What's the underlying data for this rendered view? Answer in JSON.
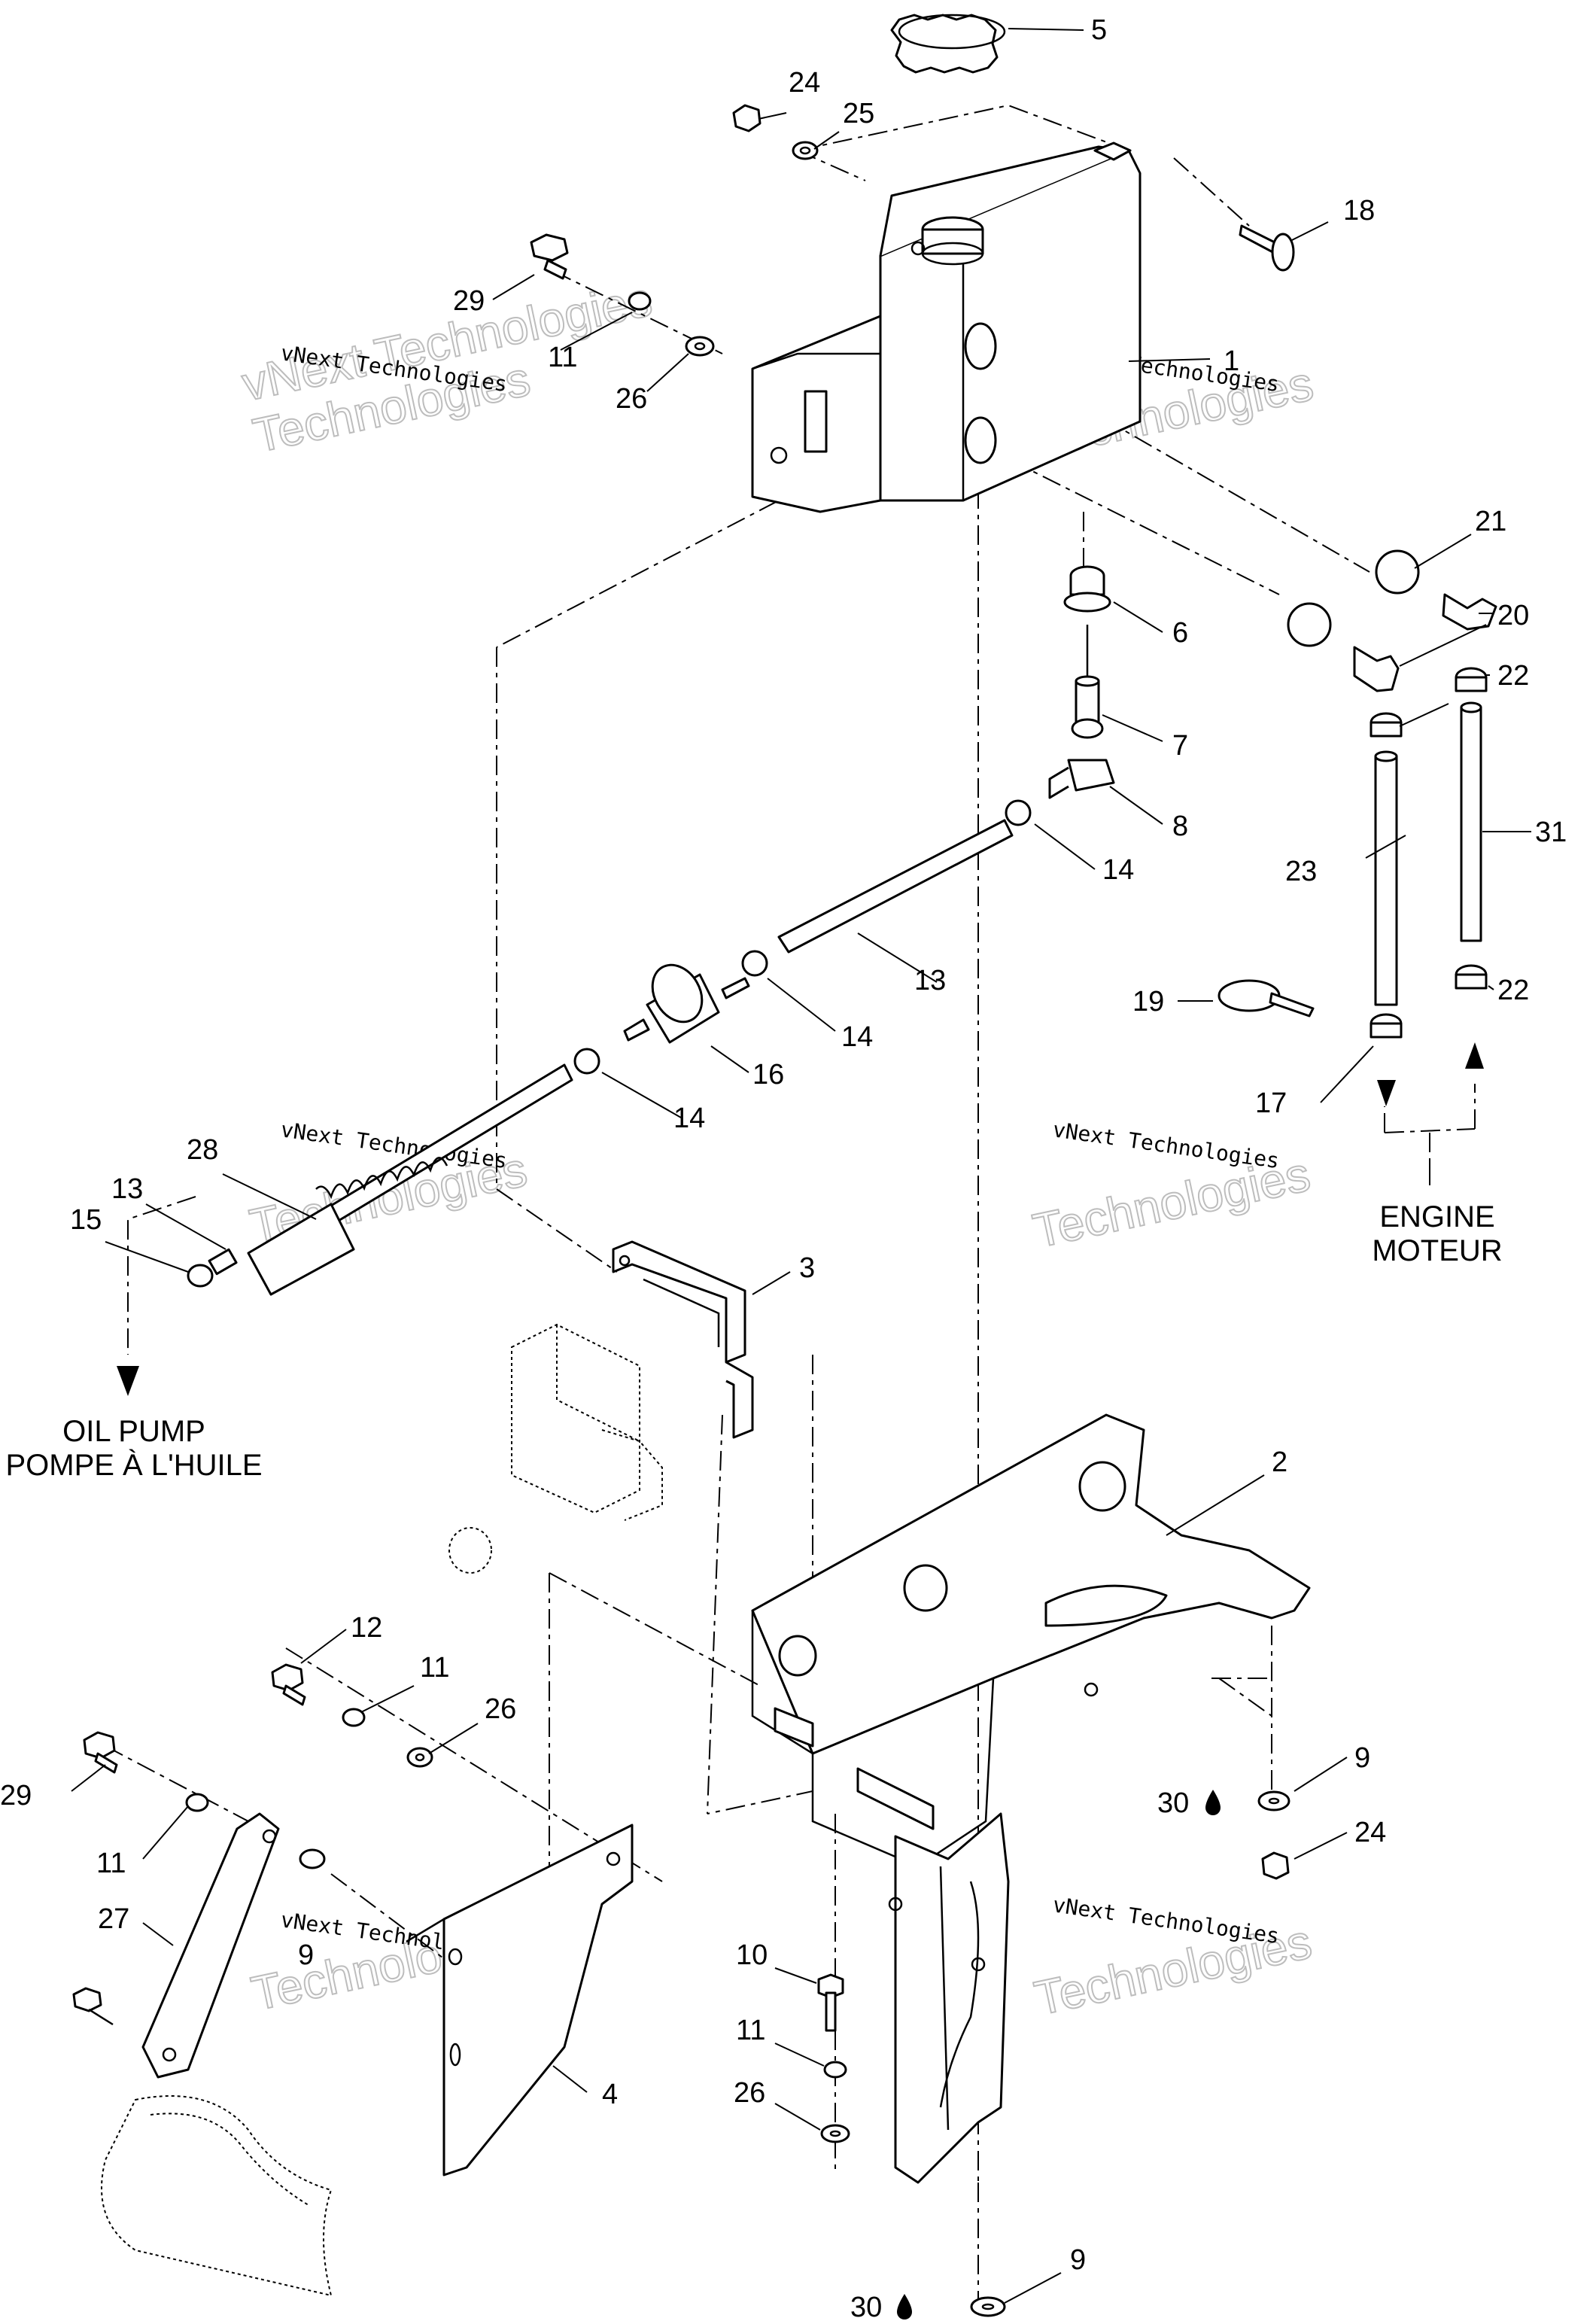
{
  "watermark": {
    "line1": "vNext Technologies",
    "line2": "Technologies",
    "small": "vNext Technologies"
  },
  "callouts": {
    "c1": "1",
    "c2": "2",
    "c3": "3",
    "c4": "4",
    "c5": "5",
    "c6": "6",
    "c7": "7",
    "c8": "8",
    "c9a": "9",
    "c9b": "9",
    "c9c": "9",
    "c10": "10",
    "c11a": "11",
    "c11b": "11",
    "c11c": "11",
    "c11d": "11",
    "c12": "12",
    "c13a": "13",
    "c13b": "13",
    "c14a": "14",
    "c14b": "14",
    "c14c": "14",
    "c15": "15",
    "c16": "16",
    "c17": "17",
    "c18": "18",
    "c19": "19",
    "c20": "20",
    "c21": "21",
    "c22a": "22",
    "c22b": "22",
    "c23": "23",
    "c24a": "24",
    "c24b": "24",
    "c25": "25",
    "c26a": "26",
    "c26b": "26",
    "c26c": "26",
    "c27": "27",
    "c28": "28",
    "c29a": "29",
    "c29b": "29",
    "c30a": "30",
    "c30b": "30",
    "c31": "31"
  },
  "captions": {
    "engine_en": "ENGINE",
    "engine_fr": "MOTEUR",
    "oilpump_en": "OIL PUMP",
    "oilpump_fr": "POMPE À L'HUILE"
  },
  "icons": {
    "lubricant": "oil-drop-icon",
    "direction": "flow-arrow-icon"
  }
}
